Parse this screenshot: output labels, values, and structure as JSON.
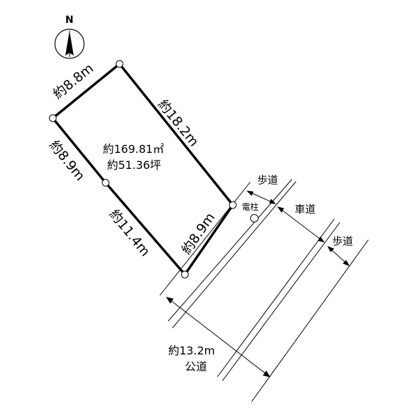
{
  "compass": {
    "label": "N"
  },
  "lot": {
    "edges": {
      "north_west": "約8.8m",
      "north_east": "約18.2m",
      "west_upper": "約8.9m",
      "west_lower": "約11.4m",
      "frontage": "約8.9m"
    },
    "area_sqm": "約169.81㎡",
    "area_tsubo": "約51.36坪"
  },
  "road": {
    "sidewalk_near": "歩道",
    "carriageway": "車道",
    "sidewalk_far": "歩道",
    "utility_pole": "電柱",
    "width": "約13.2m",
    "type": "公道"
  }
}
